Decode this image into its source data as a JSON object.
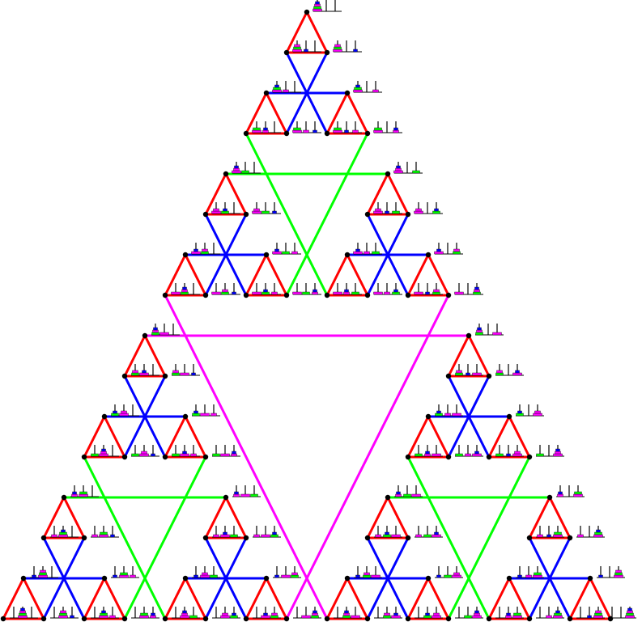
{
  "diagram": {
    "type": "hanoi-graph",
    "disks": 4,
    "pegs": 3,
    "edge_colors": {
      "1": "#ff0000",
      "2": "#0000ff",
      "3": "#00ff00",
      "4": "#ff00ff"
    },
    "disk_colors": {
      "1": "#0000ff",
      "2": "#ff00ff",
      "3": "#00ff00",
      "4": "#ff00ff"
    },
    "node_color": "#000000",
    "peg_color": "#000000",
    "background": "#ffffff"
  }
}
